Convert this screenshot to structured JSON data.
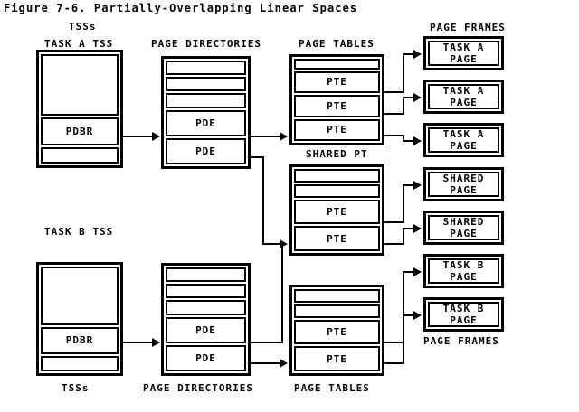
{
  "figure": {
    "title": "Figure 7-6. Partially-Overlapping Linear Spaces"
  },
  "column_labels": {
    "tss_top": "TSSs",
    "task_a_tss": "TASK A TSS",
    "task_b_tss": "TASK B TSS",
    "page_directories_top": "PAGE DIRECTORIES",
    "page_tables_top": "PAGE TABLES",
    "shared_pt": "SHARED PT",
    "page_frames_top": "PAGE FRAMES",
    "tss_bottom": "TSSs",
    "page_directories_bottom": "PAGE DIRECTORIES",
    "page_tables_bottom": "PAGE TABLES",
    "page_frames_bottom": "PAGE FRAMES"
  },
  "tss_a": {
    "cells": [
      "",
      "PDBR",
      ""
    ]
  },
  "tss_b": {
    "cells": [
      "",
      "PDBR",
      ""
    ]
  },
  "page_directory_a": {
    "cells": [
      "",
      "",
      "",
      "PDE",
      "PDE"
    ]
  },
  "page_directory_b": {
    "cells": [
      "",
      "",
      "",
      "PDE",
      "PDE"
    ]
  },
  "page_table_a": {
    "cells": [
      "",
      "PTE",
      "PTE",
      "PTE"
    ]
  },
  "page_table_shared": {
    "cells": [
      "",
      "",
      "PTE",
      "PTE"
    ]
  },
  "page_table_b": {
    "cells": [
      "",
      "",
      "PTE",
      "PTE"
    ]
  },
  "page_frames": [
    {
      "line1": "TASK A",
      "line2": "PAGE"
    },
    {
      "line1": "TASK A",
      "line2": "PAGE"
    },
    {
      "line1": "TASK A",
      "line2": "PAGE"
    },
    {
      "line1": "SHARED",
      "line2": "PAGE"
    },
    {
      "line1": "SHARED",
      "line2": "PAGE"
    },
    {
      "line1": "TASK B",
      "line2": "PAGE"
    },
    {
      "line1": "TASK B",
      "line2": "PAGE"
    }
  ],
  "colors": {
    "ink": "#000000",
    "paper": "#ffffff"
  }
}
